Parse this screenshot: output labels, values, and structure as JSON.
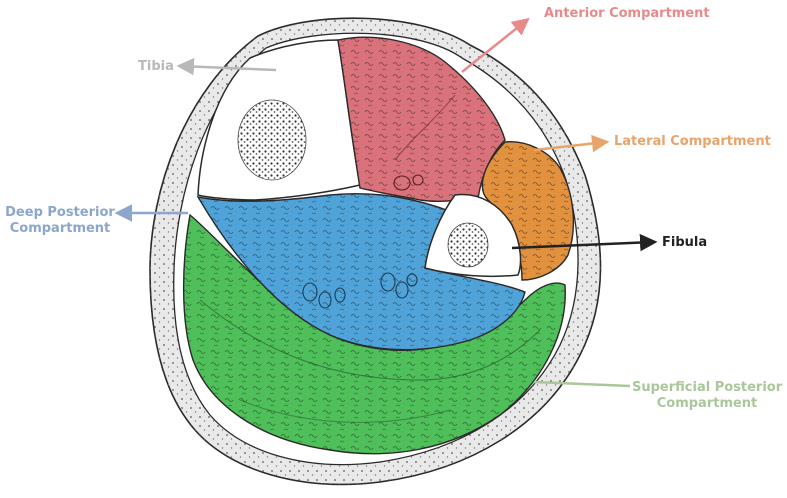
{
  "labels": {
    "anterior": {
      "text": "Anterior Compartment",
      "color": "#e88a8a"
    },
    "tibia": {
      "text": "Tibia",
      "color": "#b8b8b8"
    },
    "lateral": {
      "text": "Lateral Compartment",
      "color": "#e8a46a"
    },
    "deep_posterior": {
      "line1": "Deep Posterior",
      "line2": "Compartment",
      "color": "#8ca6cc"
    },
    "fibula": {
      "text": "Fibula",
      "color": "#222222"
    },
    "superficial_posterior": {
      "line1": "Superficial Posterior",
      "line2": "Compartment",
      "color": "#a9c79a"
    }
  },
  "colors": {
    "skin_fill": "#e9e9e9",
    "anterior_fill": "#d9727a",
    "lateral_fill": "#e2913f",
    "deep_posterior_fill": "#4fa3d8",
    "superficial_posterior_fill": "#4fbf5a",
    "bone_fill": "#ffffff",
    "marrow_fill": "#666666",
    "outline": "#2a2a2a"
  }
}
